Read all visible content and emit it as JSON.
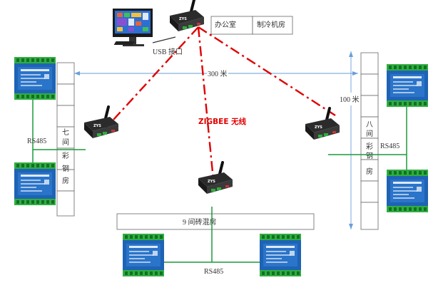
{
  "labels": {
    "office": "办公室",
    "refrigeration_room": "制冷机房",
    "usb_port": "USB 接口",
    "distance_horizontal": "300 米",
    "distance_vertical": "100 米",
    "wireless": "ZIGBEE 无线",
    "rs485_left": "RS485",
    "rs485_right": "RS485",
    "rs485_bottom": "RS485",
    "brick_house": "9 间砖混房",
    "left_building": [
      "七",
      "间",
      "彩",
      "钢",
      "房"
    ],
    "right_building": [
      "八",
      "间",
      "彩",
      "钢",
      "房"
    ]
  },
  "colors": {
    "wireless_link": "#e00000",
    "rs485_link": "#1a9a3a",
    "dimension_line": "#6a9fd8",
    "module_body": "#1e63b5",
    "module_terminal": "#2fae3f"
  },
  "icons": [
    "desktop-computer",
    "wireless-router",
    "io-module"
  ]
}
